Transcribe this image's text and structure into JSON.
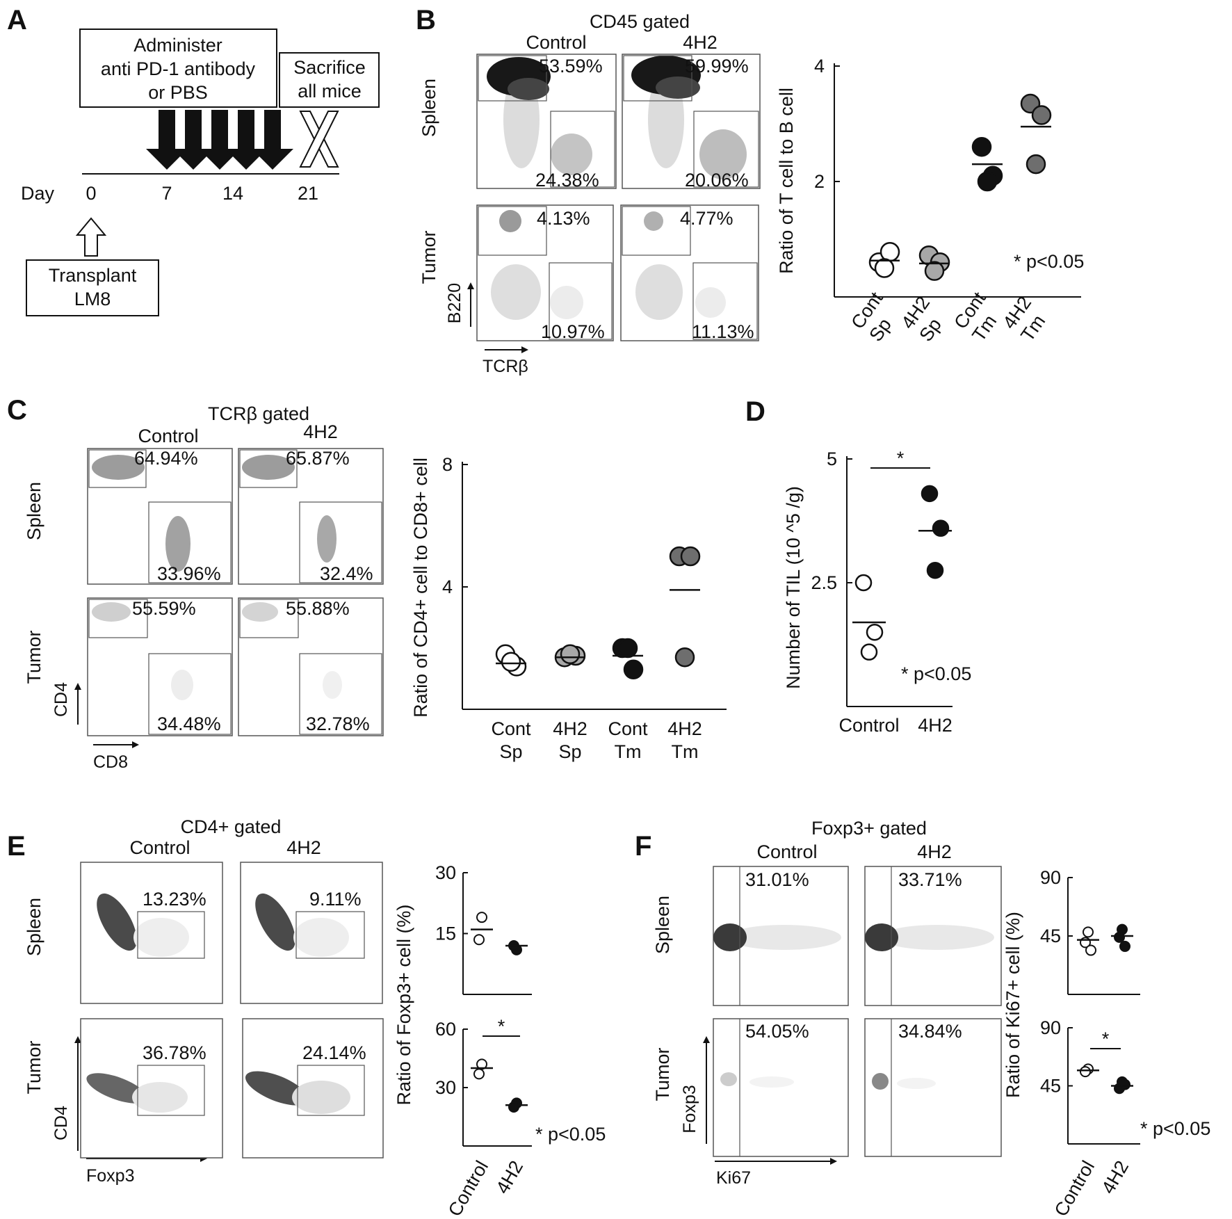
{
  "panels": {
    "A": {
      "letter": "A",
      "administer": [
        "Administer",
        "anti PD-1 antibody",
        "or PBS"
      ],
      "sacrifice": [
        "Sacrifice",
        "all mice"
      ],
      "day_label": "Day",
      "days": [
        "0",
        "7",
        "14",
        "21"
      ],
      "transplant": [
        "Transplant",
        "LM8"
      ]
    },
    "B": {
      "letter": "B",
      "gate_title": "CD45 gated",
      "col_labels": [
        "Control",
        "4H2"
      ],
      "row_labels": [
        "Spleen",
        "Tumor"
      ],
      "y_marker": "B220",
      "x_marker": "TCRβ",
      "percents": {
        "spleen_control": [
          "53.59%",
          "24.38%"
        ],
        "spleen_4h2": [
          "59.99%",
          "20.06%"
        ],
        "tumor_control": [
          "4.13%",
          "10.97%"
        ],
        "tumor_4h2": [
          "4.77%",
          "11.13%"
        ]
      },
      "sig_note": "* p<0.05"
    },
    "C": {
      "letter": "C",
      "gate_title": "TCRβ gated",
      "col_labels": [
        "Control",
        "4H2"
      ],
      "row_labels": [
        "Spleen",
        "Tumor"
      ],
      "y_marker": "CD4",
      "x_marker": "CD8",
      "percents": {
        "spleen_control": [
          "64.94%",
          "33.96%"
        ],
        "spleen_4h2": [
          "65.87%",
          "32.4%"
        ],
        "tumor_control": [
          "55.59%",
          "34.48%"
        ],
        "tumor_4h2": [
          "55.88%",
          "32.78%"
        ]
      }
    },
    "D": {
      "letter": "D",
      "sig_star": "*",
      "sig_note": "* p<0.05"
    },
    "E": {
      "letter": "E",
      "gate_title": "CD4+ gated",
      "col_labels": [
        "Control",
        "4H2"
      ],
      "row_labels": [
        "Spleen",
        "Tumor"
      ],
      "y_marker": "CD4",
      "x_marker": "Foxp3",
      "percents": {
        "spleen_control": "13.23%",
        "spleen_4h2": "9.11%",
        "tumor_control": "36.78%",
        "tumor_4h2": "24.14%"
      },
      "sig_star": "*",
      "sig_note": "* p<0.05"
    },
    "F": {
      "letter": "F",
      "gate_title": "Foxp3+ gated",
      "col_labels": [
        "Control",
        "4H2"
      ],
      "row_labels": [
        "Spleen",
        "Tumor"
      ],
      "y_marker": "Foxp3",
      "x_marker": "Ki67",
      "percents": {
        "spleen_control": "31.01%",
        "spleen_4h2": "33.71%",
        "tumor_control": "54.05%",
        "tumor_4h2": "34.84%"
      },
      "sig_star": "*",
      "sig_note": "* p<0.05"
    }
  },
  "chart_data": [
    {
      "id": "B",
      "type": "scatter",
      "ylabel": "Ratio of T cell to B cell",
      "categories": [
        [
          "Cont",
          "Sp"
        ],
        [
          "4H2",
          "Sp"
        ],
        [
          "Cont",
          "Tm"
        ],
        [
          "4H2",
          "Tm"
        ]
      ],
      "yticks": [
        2,
        4
      ],
      "ylim": [
        0,
        4
      ],
      "point_colors": [
        "#ffffff",
        "#a8a8a8",
        "#111111",
        "#6e6e6e"
      ],
      "points": [
        [
          0.6,
          0.78,
          0.5
        ],
        [
          0.72,
          0.6,
          0.45
        ],
        [
          2.6,
          2.1,
          2.0
        ],
        [
          3.35,
          3.15,
          2.3
        ]
      ],
      "means": [
        0.63,
        0.58,
        2.3,
        2.95
      ]
    },
    {
      "id": "C",
      "type": "scatter",
      "ylabel": "Ratio of CD4+ cell to CD8+ cell",
      "categories": [
        [
          "Cont",
          "Sp"
        ],
        [
          "4H2",
          "Sp"
        ],
        [
          "Cont",
          "Tm"
        ],
        [
          "4H2",
          "Tm"
        ]
      ],
      "yticks": [
        4,
        8
      ],
      "ylim": [
        0,
        8
      ],
      "point_colors": [
        "#ffffff",
        "#a8a8a8",
        "#111111",
        "#6e6e6e"
      ],
      "points": [
        [
          1.8,
          1.4,
          1.55
        ],
        [
          1.7,
          1.75,
          1.8
        ],
        [
          2.0,
          1.3,
          2.0
        ],
        [
          5.0,
          5.0,
          1.7
        ]
      ],
      "means": [
        1.5,
        1.7,
        1.75,
        3.9
      ]
    },
    {
      "id": "D",
      "type": "scatter",
      "ylabel": "Number of TIL (10 ^5 /g)",
      "categories": [
        [
          "Control"
        ],
        [
          "4H2"
        ]
      ],
      "yticks": [
        2.5,
        5
      ],
      "ytick_labels": [
        "2.5",
        "5"
      ],
      "ylim": [
        0,
        5
      ],
      "point_colors": [
        "#ffffff",
        "#111111"
      ],
      "points": [
        [
          2.5,
          1.5,
          1.1
        ],
        [
          4.3,
          3.6,
          2.75
        ]
      ],
      "means": [
        1.7,
        3.55
      ]
    },
    {
      "id": "E",
      "type": "scatter",
      "ylabel": "Ratio of Foxp3+ cell (%)",
      "categories": [
        [
          "Control"
        ],
        [
          "4H2"
        ]
      ],
      "point_colors": [
        "#ffffff",
        "#111111"
      ],
      "subplots": [
        {
          "row": "Spleen",
          "yticks": [
            15,
            30
          ],
          "ylim": [
            0,
            30
          ],
          "points": [
            [
              19,
              13.5
            ],
            [
              11,
              12
            ]
          ],
          "means": [
            16,
            12
          ]
        },
        {
          "row": "Tumor",
          "yticks": [
            30,
            60
          ],
          "ylim": [
            0,
            60
          ],
          "points": [
            [
              42,
              37
            ],
            [
              22,
              20
            ]
          ],
          "means": [
            40,
            21
          ]
        }
      ]
    },
    {
      "id": "F",
      "type": "scatter",
      "ylabel": "Ratio of Ki67+ cell (%)",
      "categories": [
        [
          "Control"
        ],
        [
          "4H2"
        ]
      ],
      "point_colors": [
        "#ffffff",
        "#111111"
      ],
      "subplots": [
        {
          "row": "Spleen",
          "yticks": [
            45,
            90
          ],
          "ylim": [
            0,
            90
          ],
          "points": [
            [
              48,
              40,
              34
            ],
            [
              50,
              44,
              37
            ]
          ],
          "means": [
            42,
            45
          ]
        },
        {
          "row": "Tumor",
          "yticks": [
            45,
            90
          ],
          "ylim": [
            0,
            90
          ],
          "points": [
            [
              58,
              56
            ],
            [
              48,
              43,
              46
            ]
          ],
          "means": [
            57,
            45
          ]
        }
      ]
    }
  ]
}
